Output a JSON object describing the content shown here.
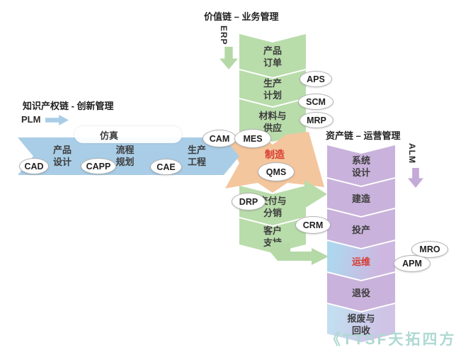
{
  "titles": {
    "value_chain": "价值链 – 业务管理",
    "ip_chain": "知识产权链 - 创新管理",
    "asset_chain": "资产链 – 运营管理"
  },
  "system_arrows": {
    "erp": "ERP",
    "plm": "PLM",
    "alm": "ALM"
  },
  "value_chain": {
    "product_order": "产品\n订单",
    "production_planning": "生产\n计划",
    "materials_supply": "材料与\n供应",
    "manufacturing": "制造",
    "delivery_distribution": "交付与\n分销",
    "customer_support": "客户\n支持"
  },
  "ip_chain": {
    "product_design": "产品\n设计",
    "simulation": "仿真",
    "process_planning": "流程\n规划",
    "production_engineering": "生产\n工程"
  },
  "asset_chain": {
    "system_design": "系统\n设计",
    "construction": "建造",
    "commissioning": "投产",
    "operations_maintenance": "运维",
    "decommissioning": "退役",
    "scrap_recycling": "报废与\n回收"
  },
  "badges": {
    "cad": "CAD",
    "capp": "CAPP",
    "cae": "CAE",
    "cam": "CAM",
    "mes": "MES",
    "qms": "QMS",
    "aps": "APS",
    "scm": "SCM",
    "mrp": "MRP",
    "drp": "DRP",
    "crm": "CRM",
    "mro": "MRO",
    "apm": "APM"
  },
  "colors": {
    "chain_green": "#b9dcab",
    "manufacturing_orange": "#f4c69d",
    "chain_blue": "#a9cde6",
    "chain_purple": "#c9b2db",
    "highlight_red": "#d6392e"
  },
  "watermark": "《TTSF天拓四方"
}
